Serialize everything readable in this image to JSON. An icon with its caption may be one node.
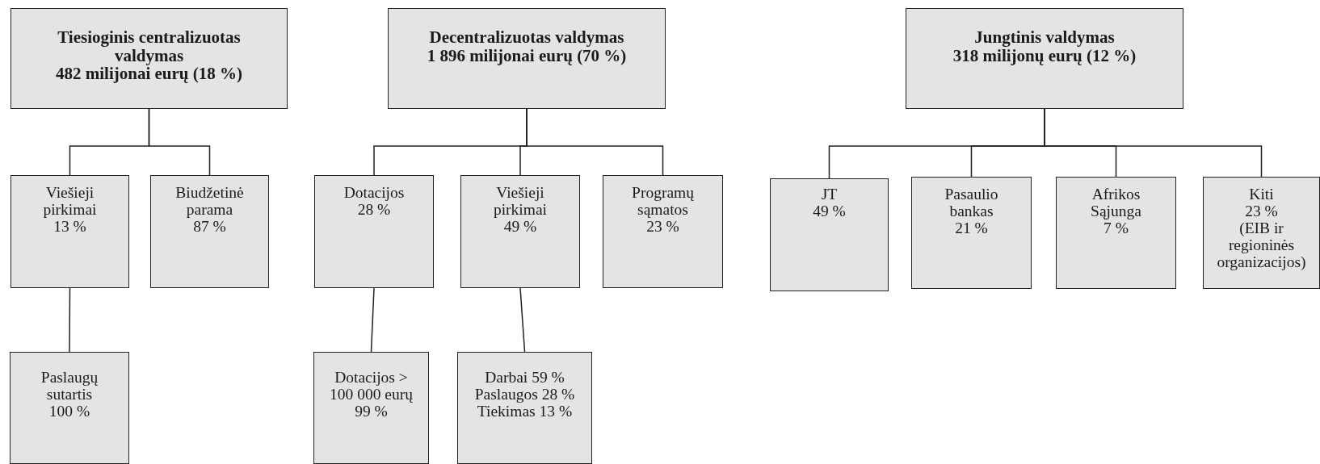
{
  "diagram": {
    "nodes": [
      {
        "text": [
          "Tiesioginis centralizuotas valdymas",
          "482 milijonai eurų (18 %)"
        ]
      },
      {
        "text": [
          "Decentralizuotas valdymas",
          "1 896 milijonai eurų (70 %)"
        ]
      },
      {
        "text": [
          "Jungtinis valdymas",
          "318 milijonų eurų (12 %)"
        ]
      },
      {
        "text": [
          "Viešieji pirkimai",
          "13 %"
        ]
      },
      {
        "text": [
          "Biudžetinė parama",
          "87 %"
        ]
      },
      {
        "text": [
          "Paslaugų sutartis",
          "100 %"
        ]
      },
      {
        "text": [
          "Dotacijos",
          "28 %"
        ]
      },
      {
        "text": [
          "Viešieji pirkimai",
          "49 %"
        ]
      },
      {
        "text": [
          "Programų sąmatos",
          "23 %"
        ]
      },
      {
        "text": [
          "Dotacijos > 100 000 eurų",
          "99 %"
        ]
      },
      {
        "text": [
          "Darbai 59 %",
          "Paslaugos 28 %",
          "Tiekimas 13 %"
        ]
      },
      {
        "text": [
          "JT",
          "49 %"
        ]
      },
      {
        "text": [
          "Pasaulio bankas",
          "21 %"
        ]
      },
      {
        "text": [
          "Afrikos Sąjunga",
          "7 %"
        ]
      },
      {
        "text": [
          "Kiti",
          "23 %",
          "(EIB ir regioninės organizacijos)"
        ]
      }
    ],
    "edges": [
      {
        "from": 0,
        "to": 3,
        "arrow": "none"
      },
      {
        "from": 0,
        "to": 4,
        "arrow": "none"
      },
      {
        "from": 3,
        "to": 5,
        "arrow": "none"
      },
      {
        "from": 1,
        "to": 6,
        "arrow": "none"
      },
      {
        "from": 1,
        "to": 7,
        "arrow": "none"
      },
      {
        "from": 1,
        "to": 8,
        "arrow": "none"
      },
      {
        "from": 6,
        "to": 9,
        "arrow": "none"
      },
      {
        "from": 7,
        "to": 10,
        "arrow": "none"
      },
      {
        "from": 2,
        "to": 11,
        "arrow": "none"
      },
      {
        "from": 2,
        "to": 12,
        "arrow": "none"
      },
      {
        "from": 2,
        "to": 13,
        "arrow": "none"
      },
      {
        "from": 2,
        "to": 14,
        "arrow": "none"
      }
    ]
  }
}
